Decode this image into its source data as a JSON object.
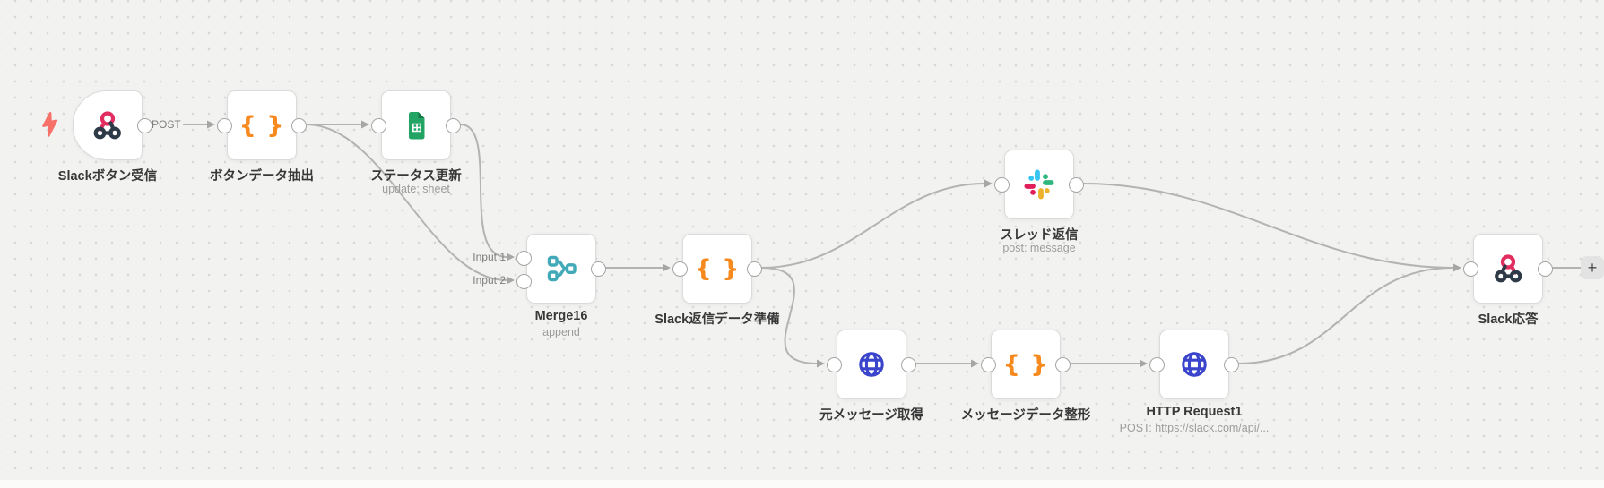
{
  "canvas": {
    "background": "#f2f2f0",
    "dot_color": "#d8d8da"
  },
  "nodes": [
    {
      "id": "slack-button-webhook",
      "label": "Slackボタン受信",
      "icon": "webhook-icon",
      "kind": "trigger"
    },
    {
      "id": "button-data-extract",
      "label": "ボタンデータ抽出",
      "icon": "code-icon",
      "kind": "default"
    },
    {
      "id": "status-update",
      "label": "ステータス更新",
      "subtitle": "update: sheet",
      "icon": "google-sheets-icon",
      "kind": "default"
    },
    {
      "id": "merge16",
      "label": "Merge16",
      "subtitle": "append",
      "icon": "merge-icon",
      "kind": "default",
      "input_labels": [
        "Input 1",
        "Input 2"
      ]
    },
    {
      "id": "slack-reply-prep",
      "label": "Slack返信データ準備",
      "icon": "code-icon",
      "kind": "default"
    },
    {
      "id": "thread-reply",
      "label": "スレッド返信",
      "subtitle": "post: message",
      "icon": "slack-icon",
      "kind": "default"
    },
    {
      "id": "get-original-message",
      "label": "元メッセージ取得",
      "icon": "globe-icon",
      "kind": "default"
    },
    {
      "id": "format-message-data",
      "label": "メッセージデータ整形",
      "icon": "code-icon",
      "kind": "default"
    },
    {
      "id": "http-request1",
      "label": "HTTP Request1",
      "subtitle": "POST: https://slack.com/api/...",
      "icon": "globe-icon",
      "kind": "default"
    },
    {
      "id": "slack-respond",
      "label": "Slack応答",
      "icon": "webhook-icon",
      "kind": "default"
    }
  ],
  "edge_labels": {
    "post": "POST",
    "input1": "Input 1",
    "input2": "Input 2"
  },
  "plus_button": {
    "label": "+"
  },
  "glyphs": {
    "code": "{ }"
  },
  "colors": {
    "code_orange": "#F78A1F",
    "webhook_pink": "#E12D5F",
    "webhook_dark": "#2E3A47",
    "sheets_green": "#23A464",
    "sheets_fold": "#157A46",
    "merge_teal": "#41A9B8",
    "globe_blue": "#3A45CC",
    "slack_blue": "#36C5F0",
    "slack_green": "#2EB67D",
    "slack_yellow": "#ECB22E",
    "slack_red": "#E01E5A",
    "trigger_bolt": "#F87168",
    "edge_grey": "#b3b3b3"
  }
}
